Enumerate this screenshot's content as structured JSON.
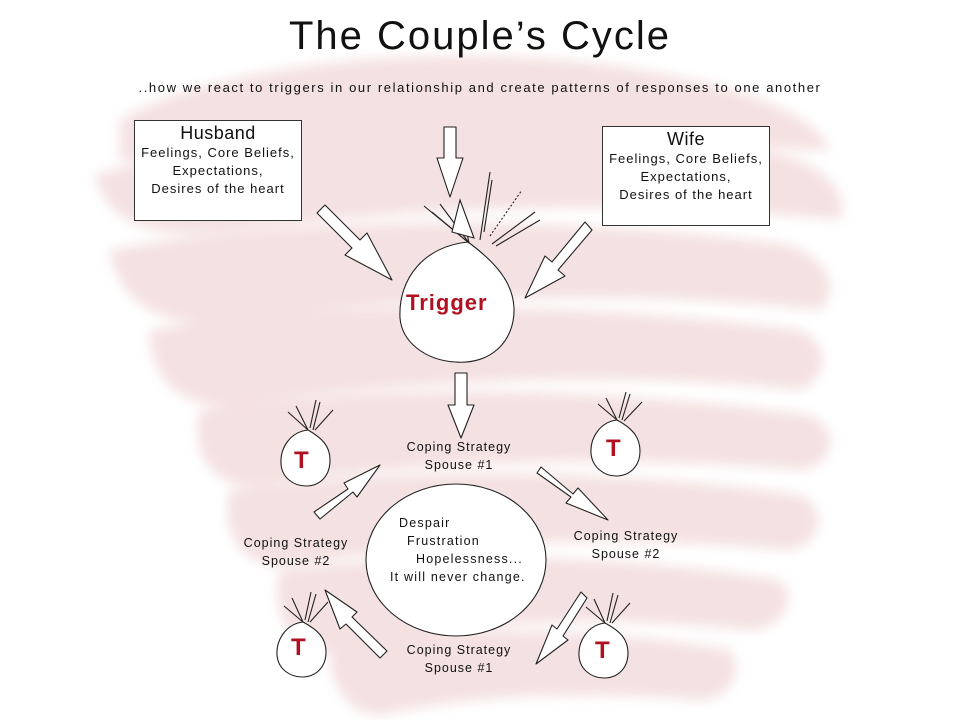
{
  "title": "The Couple’s Cycle",
  "subtitle": "..how we react to triggers in our relationship and create patterns of responses to one another",
  "husband": {
    "heading": "Husband",
    "lines": [
      "Feelings, Core Beliefs,",
      "Expectations,",
      "Desires of the heart"
    ]
  },
  "wife": {
    "heading": "Wife",
    "lines": [
      "Feelings, Core Beliefs,",
      "Expectations,",
      "Desires of the heart"
    ]
  },
  "trigger": {
    "label": "Trigger"
  },
  "small_trigger_label": "T",
  "coping": {
    "top": [
      "Coping Strategy",
      "Spouse #1"
    ],
    "right": [
      "Coping Strategy",
      "Spouse #2"
    ],
    "bottom": [
      "Coping Strategy",
      "Spouse #1"
    ],
    "left": [
      "Coping Strategy",
      "Spouse #2"
    ]
  },
  "center": {
    "lines": [
      "Despair",
      "Frustration",
      "Hopelessness...",
      "It will never change."
    ]
  },
  "colors": {
    "accent": "#b01020",
    "brush": "#f3dcdc",
    "stroke": "#222222"
  }
}
